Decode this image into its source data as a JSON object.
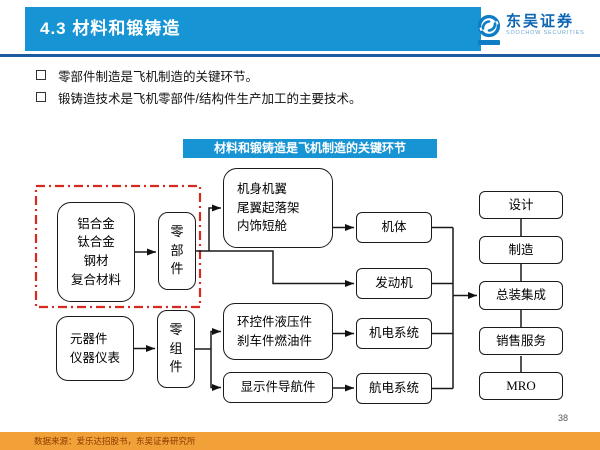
{
  "header": {
    "title": "4.3 材料和锻铸造",
    "logo_name": "东吴证券",
    "logo_subtitle": "SOOCHOW SECURITIES"
  },
  "bullets": [
    "零部件制造是飞机制造的关键环节。",
    "锻铸造技术是飞机零部件/结构件生产加工的主要技术。"
  ],
  "diagram_title": "材料和锻铸造是飞机制造的关键环节",
  "flowchart": {
    "materials": [
      "铝合金",
      "钛合金",
      "钢材",
      "复合材料"
    ],
    "parts": [
      "零",
      "部",
      "件"
    ],
    "airframe_parts": [
      "机身机翼",
      "尾翼起落架",
      "内饰短舱"
    ],
    "airframe_body": "机体",
    "engine": "发动机",
    "components": [
      "元器件",
      "仪器仪表"
    ],
    "subassemblies": [
      "零",
      "组",
      "件"
    ],
    "mech_parts": [
      "环控件液压件",
      "刹车件燃油件"
    ],
    "mech_system": "机电系统",
    "display_parts": "显示件导航件",
    "avionics_system": "航电系统",
    "design": "设计",
    "manufacture": "制造",
    "final_assembly": "总装集成",
    "sales_service": "销售服务",
    "mro": "MRO"
  },
  "footer": {
    "source": "数据来源：爱乐达招股书，东吴证券研究所",
    "page_number": "38"
  },
  "colors": {
    "primary_blue": "#1794d3",
    "rule_blue": "#1e5aa0",
    "logo_blue": "#0c66b4",
    "dashed_red": "#d42a20",
    "footer_orange": "#f2a138",
    "footer_text": "#8b3800"
  }
}
